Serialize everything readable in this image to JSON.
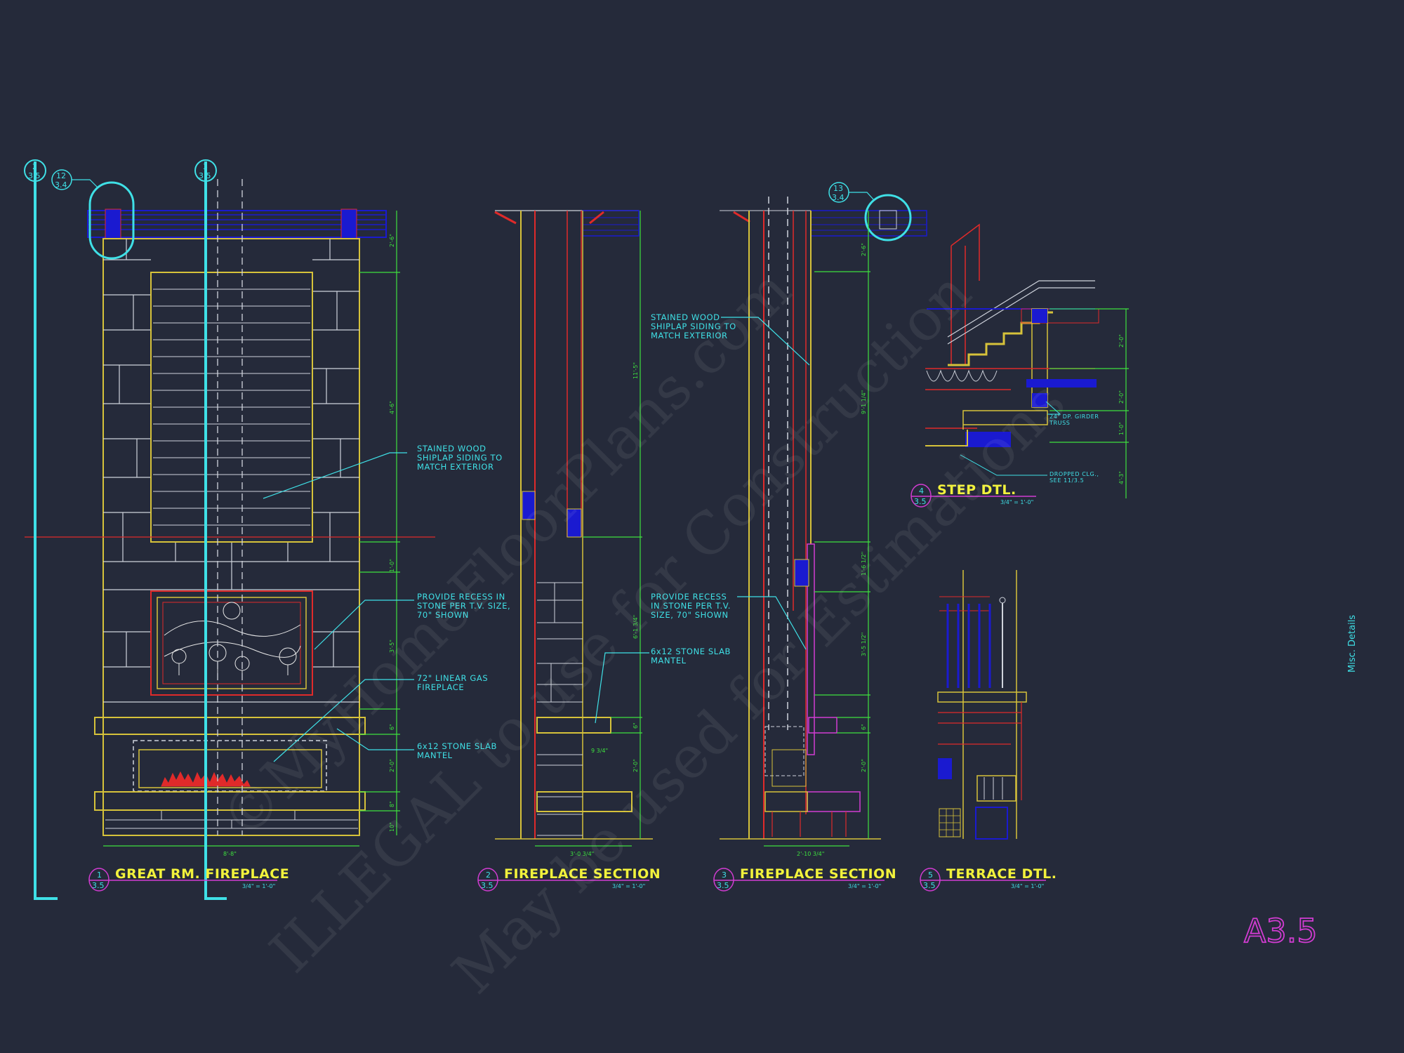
{
  "sheet": {
    "number": "A3.5",
    "sheet_title": "Misc. Details"
  },
  "watermark": [
    "©MyHomeFloorPlans.com",
    "ILLEGAL to use for Construction",
    "May be used for Estimations"
  ],
  "colors": {
    "background": "#252a3a",
    "annotation": "#3fe0e6",
    "title": "#f2f23c",
    "dimension": "#3ee03e",
    "bubble": "#d23cd2",
    "wall": "#d6c23a",
    "cut": "#e02a2a",
    "beam": "#1a1ad0"
  },
  "details": [
    {
      "num": "1",
      "sheet": "3.5",
      "title": "GREAT RM. FIREPLACE",
      "scale": "3/4\" = 1'-0\""
    },
    {
      "num": "2",
      "sheet": "3.5",
      "title": "FIREPLACE SECTION",
      "scale": "3/4\" = 1'-0\""
    },
    {
      "num": "3",
      "sheet": "3.5",
      "title": "FIREPLACE SECTION",
      "scale": "3/4\" = 1'-0\""
    },
    {
      "num": "4",
      "sheet": "3.5",
      "title": "STEP DTL.",
      "scale": "3/4\" = 1'-0\""
    },
    {
      "num": "5",
      "sheet": "3.5",
      "title": "TERRACE DTL.",
      "scale": "3/4\" = 1'-0\""
    }
  ],
  "section_markers": [
    {
      "num": "2",
      "sheet": "3.5"
    },
    {
      "num": "3",
      "sheet": "3.5"
    },
    {
      "num": "12",
      "sheet": "3.4"
    },
    {
      "num": "13",
      "sheet": "3.4"
    }
  ],
  "notes": {
    "shiplap": [
      "STAINED WOOD",
      "SHIPLAP SIDING TO",
      "MATCH EXTERIOR"
    ],
    "recess": [
      "PROVIDE RECESS IN",
      "STONE PER T.V. SIZE,",
      "70\" SHOWN"
    ],
    "recess_alt": [
      "PROVIDE RECESS",
      "IN STONE PER T.V.",
      "SIZE, 70\" SHOWN"
    ],
    "gas": [
      "72\" LINEAR GAS",
      "FIREPLACE"
    ],
    "mantel": [
      "6x12 STONE SLAB",
      "MANTEL"
    ],
    "girder": [
      "24\" DP. GIRDER",
      "TRUSS"
    ],
    "dropped": [
      "DROPPED CLG.,",
      "SEE 11/3.5"
    ]
  },
  "dimensions": {
    "elev": [
      "2'-6\"",
      "4'-6\"",
      "1'-0\"",
      "3'-5\"",
      "6\"",
      "2'-0\"",
      "8\"",
      "10\"",
      "8'-8\""
    ],
    "sec2": [
      "11'-5\"",
      "6'-1 3/4\"",
      "6\"",
      "2'-0\"",
      "3'-0 3/4\"",
      "9 3/4\""
    ],
    "sec3": [
      "2'-6\"",
      "9'-1 1/4\"",
      "1'-6 1/2\"",
      "3'-5 1/2\"",
      "6\"",
      "2'-0\"",
      "2'-10 3/4\""
    ],
    "step": [
      "2'-0\"",
      "2'-0\"",
      "1'-0\"",
      "4'-3\""
    ]
  }
}
